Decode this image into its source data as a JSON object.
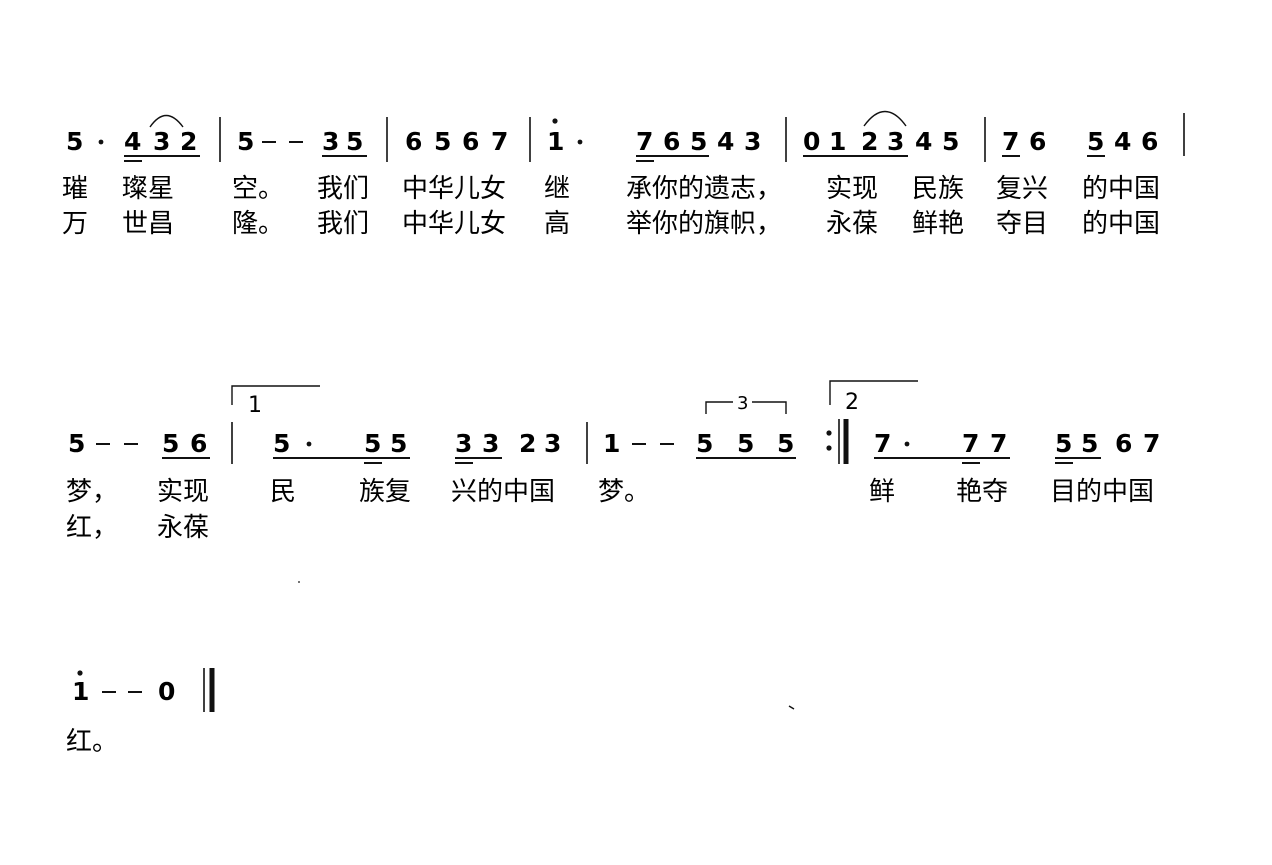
{
  "score": {
    "system_1": {
      "measures": [
        "5.432",
        "5--35",
        "6567",
        "i. 76543",
        "012345",
        "76 546"
      ],
      "lyrics_verse_1": [
        "璀",
        "璨星",
        "空。",
        "我们",
        "中华儿女",
        "继",
        "承你的遗志，",
        "实现",
        "民族",
        "复兴",
        "的中国"
      ],
      "lyrics_verse_2": [
        "万",
        "世昌",
        "隆。",
        "我们",
        "中华儿女",
        "高",
        "举你的旗帜，",
        "永葆",
        "鲜艳",
        "夺目",
        "的中国"
      ]
    },
    "system_2": {
      "ending_1_label": "1",
      "ending_2_label": "2",
      "triplet_label": "3",
      "lyrics_verse_1": [
        "梦，",
        "实现",
        "民",
        "族复",
        "兴的中国",
        "梦。",
        "鲜",
        "艳夺",
        "目的中国"
      ],
      "lyrics_verse_2": [
        "红，",
        "永葆"
      ]
    },
    "system_3": {
      "lyrics_verse_1": [
        "红。"
      ]
    }
  }
}
